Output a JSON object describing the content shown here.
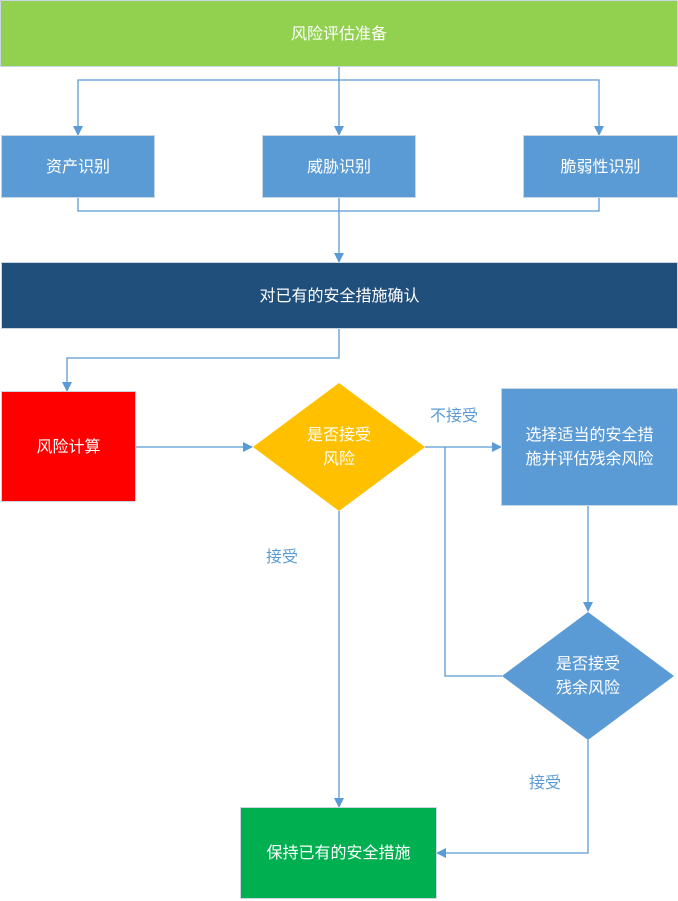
{
  "diagram": {
    "nodes": {
      "prep": {
        "label": "风险评估准备",
        "color": "#92d050"
      },
      "asset": {
        "label": "资产识别",
        "color": "#5b9bd5"
      },
      "threat": {
        "label": "威胁识别",
        "color": "#5b9bd5"
      },
      "vuln": {
        "label": "脆弱性识别",
        "color": "#5b9bd5"
      },
      "confirm": {
        "label": "对已有的安全措施确认",
        "color": "#1f4e79"
      },
      "calc": {
        "label": "风险计算",
        "color": "#ff0000"
      },
      "decide1": {
        "line1": "是否接受",
        "line2": "风险",
        "color": "#ffc000"
      },
      "select": {
        "line1": "选择适当的安全措",
        "line2": "施并评估残余风险",
        "color": "#5b9bd5"
      },
      "decide2": {
        "line1": "是否接受",
        "line2": "残余风险",
        "color": "#5b9bd5"
      },
      "keep": {
        "label": "保持已有的安全措施",
        "color": "#00b050"
      }
    },
    "edge_labels": {
      "reject": "不接受",
      "accept1": "接受",
      "accept2": "接受"
    },
    "connector_color": "#5b9bd5"
  }
}
